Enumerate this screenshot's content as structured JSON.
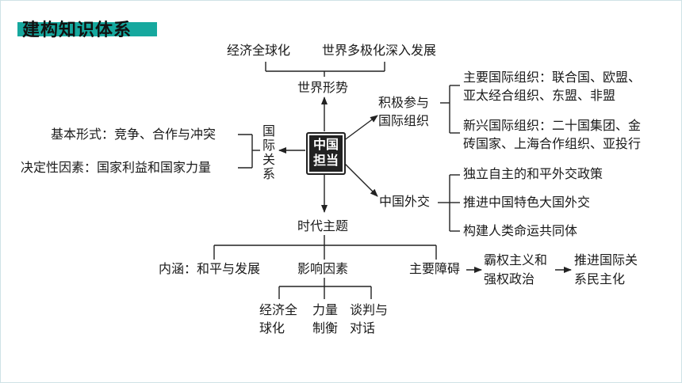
{
  "title": "建构知识体系",
  "center": {
    "line1": "中国",
    "line2": "担当"
  },
  "world": {
    "label": "世界形势",
    "items": [
      "经济全球化",
      "世界多极化深入发展"
    ]
  },
  "intl_relations": {
    "label_chars": [
      "国",
      "际",
      "关",
      "系"
    ],
    "items": [
      "基本形式：竞争、合作与冲突",
      "决定性因素：国家利益和国家力量"
    ]
  },
  "intl_orgs": {
    "label_line1": "积极参与",
    "label_line2": "国际组织",
    "major_line1": "主要国际组织：联合国、欧盟、",
    "major_line2": "亚太经合组织、东盟、非盟",
    "emerging_line1": "新兴国际组织：二十国集团、金",
    "emerging_line2": "砖国家、上海合作组织、亚投行"
  },
  "diplomacy": {
    "label": "中国外交",
    "items": [
      "独立自主的和平外交政策",
      "推进中国特色大国外交",
      "构建人类命运共同体"
    ]
  },
  "theme": {
    "label": "时代主题",
    "connotation": "内涵：和平与发展",
    "factors_label": "影响因素",
    "factors": [
      {
        "line1": "经济全",
        "line2": "球化"
      },
      {
        "line1": "力量",
        "line2": "制衡"
      },
      {
        "line1": "谈判与",
        "line2": "对话"
      }
    ],
    "obstacle_label": "主要障碍",
    "obstacle_line1": "霸权主义和",
    "obstacle_line2": "强权政治",
    "solution_line1": "推进国际关",
    "solution_line2": "系民主化"
  }
}
